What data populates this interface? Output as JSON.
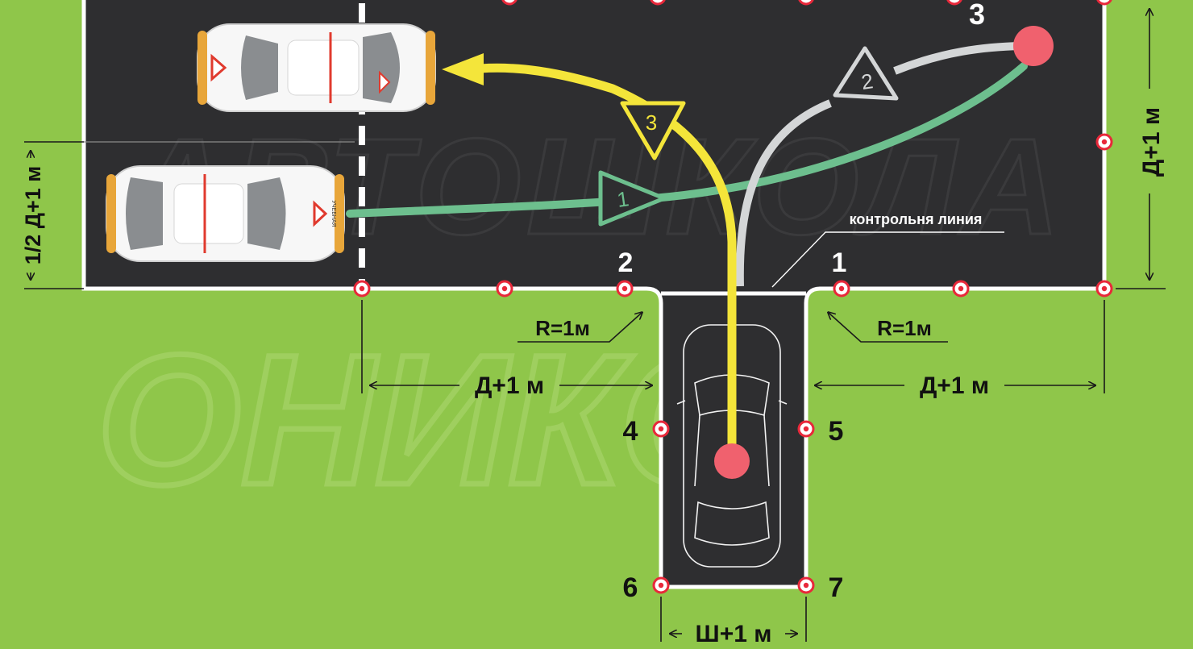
{
  "colors": {
    "grass": "#8fc64a",
    "asphalt": "#2e2e30",
    "marking": "#ffffff",
    "path_green": "#6dbf8e",
    "path_gray": "#d4d6d7",
    "path_yellow": "#f4e53a",
    "cone_red": "#e8283a",
    "target_red": "#f0616e"
  },
  "labels": {
    "point_1": "1",
    "point_2": "2",
    "point_3": "3",
    "point_4": "4",
    "point_5": "5",
    "point_6": "6",
    "point_7": "7",
    "control_line": "контрольня линия",
    "radius_left": "R=1м",
    "radius_right": "R=1м",
    "length_left": "Д+1 м",
    "length_right": "Д+1 м",
    "length_vertical": "Д+1 м",
    "half_length": "1/2 Д+1 м",
    "bay_width": "Ш+1 м",
    "step_1": "1",
    "step_2": "2",
    "step_3": "3",
    "watermark_top": "АВТОШКОЛА",
    "watermark_logo": "ОНИКС",
    "car_sign": "УЧЕБНАЯ"
  }
}
